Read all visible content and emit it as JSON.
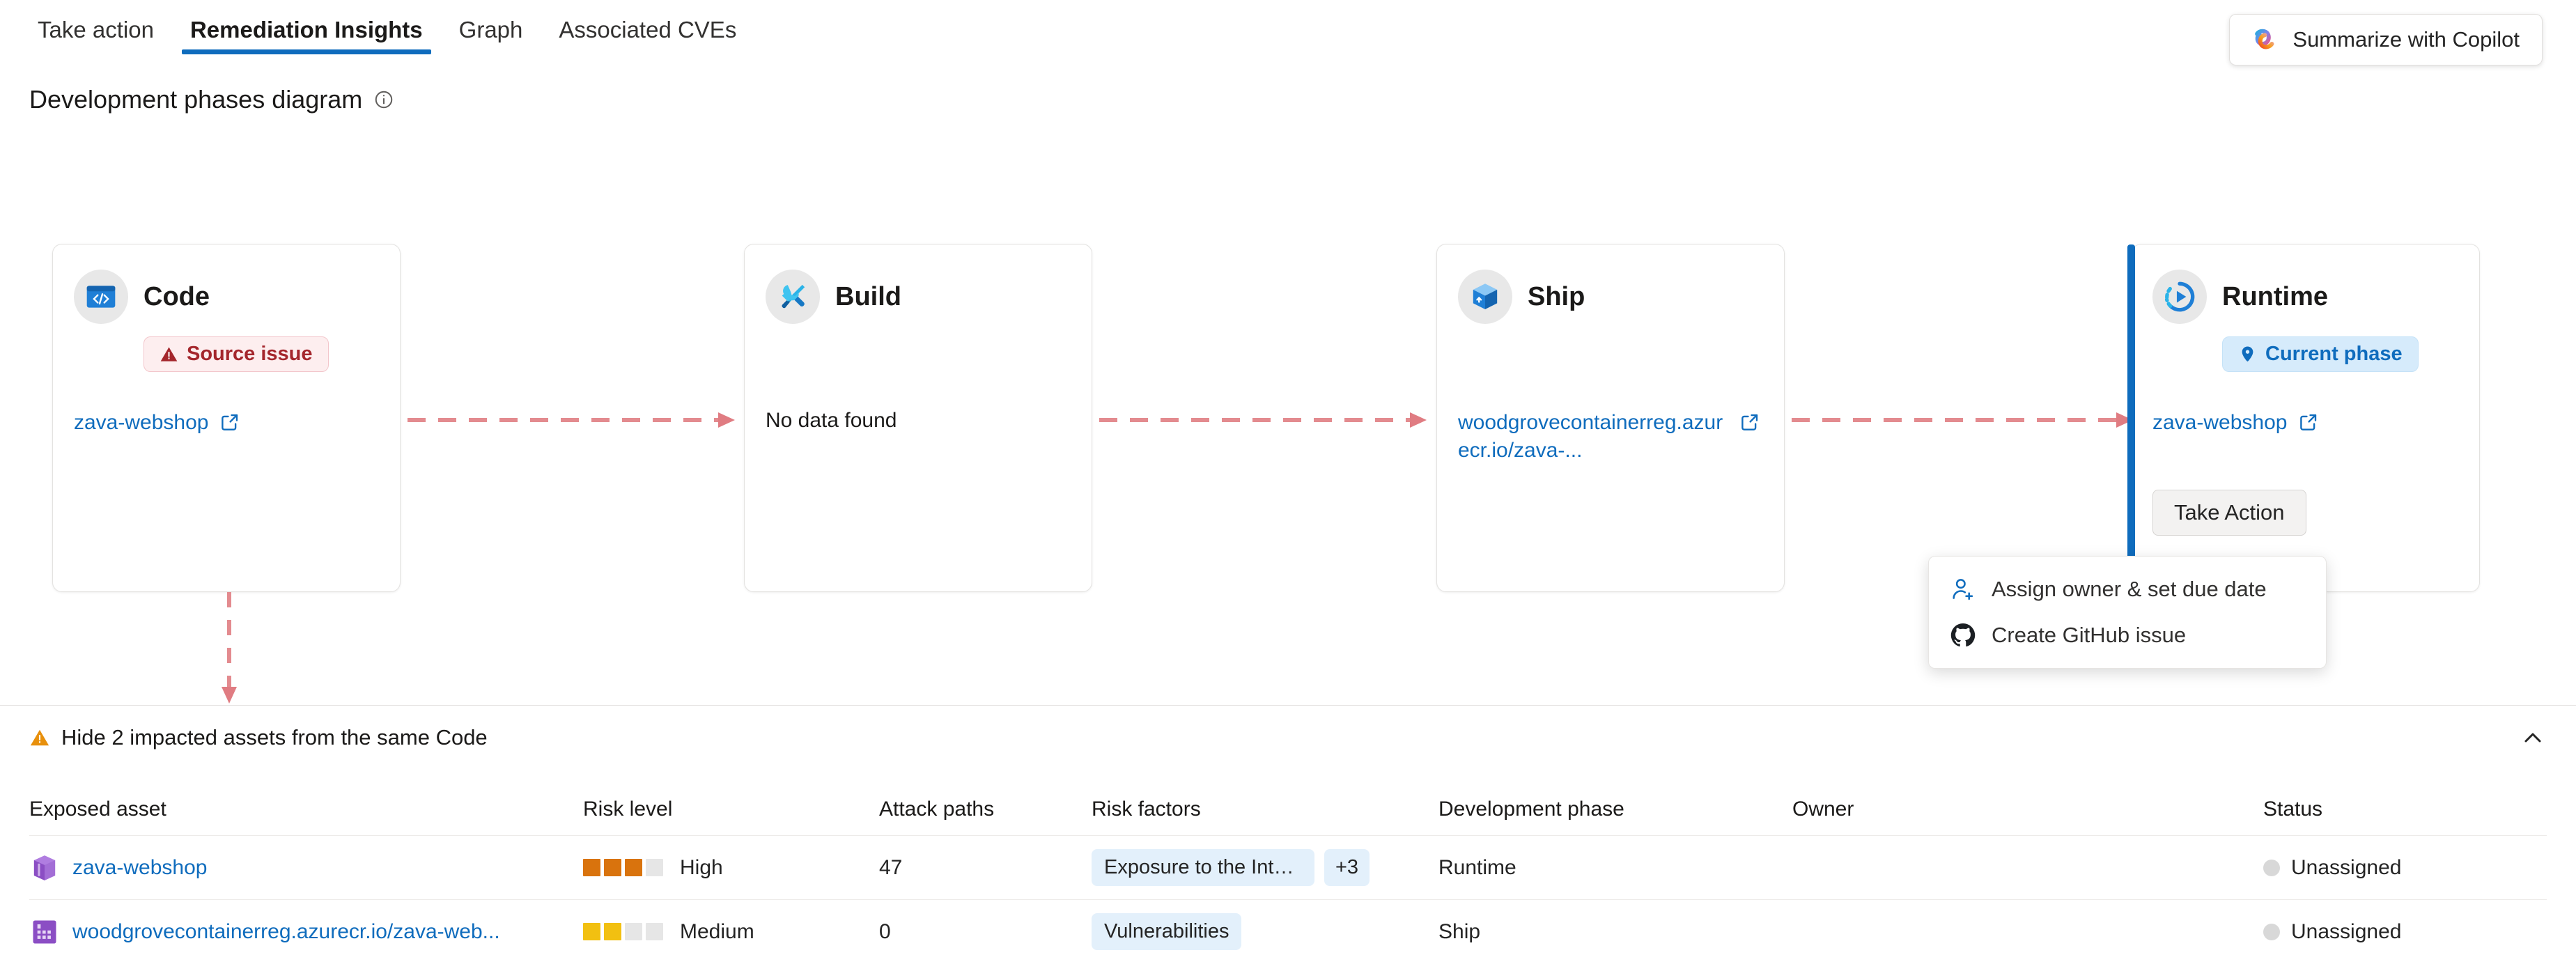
{
  "tabs": [
    {
      "label": "Take action",
      "active": false
    },
    {
      "label": "Remediation Insights",
      "active": true
    },
    {
      "label": "Graph",
      "active": false
    },
    {
      "label": "Associated CVEs",
      "active": false
    }
  ],
  "copilot": {
    "label": "Summarize with Copilot",
    "icon": "copilot-icon"
  },
  "section": {
    "title": "Development phases diagram",
    "info_icon": "info-icon"
  },
  "phases": [
    {
      "name": "Code",
      "icon": "code-window-icon",
      "badge": {
        "text": "Source issue",
        "type": "warning",
        "icon": "warning-triangle-icon"
      },
      "link": "zava-webshop",
      "link_icon": "external-link-icon",
      "empty_text": "",
      "current": false,
      "action_label": ""
    },
    {
      "name": "Build",
      "icon": "tools-icon",
      "badge": null,
      "link": "",
      "link_icon": "",
      "empty_text": "No data found",
      "current": false,
      "action_label": ""
    },
    {
      "name": "Ship",
      "icon": "package-box-icon",
      "badge": null,
      "link": "woodgrovecontainerreg.azurecr.io/zava-...",
      "link_icon": "external-link-icon",
      "empty_text": "",
      "current": false,
      "action_label": ""
    },
    {
      "name": "Runtime",
      "icon": "runtime-gauge-icon",
      "badge": {
        "text": "Current phase",
        "type": "info",
        "icon": "location-pin-icon"
      },
      "link": "zava-webshop",
      "link_icon": "external-link-icon",
      "empty_text": "",
      "current": true,
      "action_label": "Take Action"
    }
  ],
  "context_menu": {
    "items": [
      {
        "label": "Assign owner & set due date",
        "icon": "person-add-icon"
      },
      {
        "label": "Create GitHub issue",
        "icon": "github-icon"
      }
    ]
  },
  "collapse_bar": {
    "label": "Hide 2 impacted assets from the same Code",
    "warn_icon": "warning-triangle-icon",
    "chevron": "chevron-up-icon"
  },
  "table": {
    "columns": [
      "Exposed asset",
      "Risk level",
      "Attack paths",
      "Risk factors",
      "Development phase",
      "Owner",
      "Status"
    ],
    "rows": [
      {
        "asset": "zava-webshop",
        "asset_icon": "purple-cube-icon",
        "risk_level": "High",
        "risk_filled": 3,
        "risk_total": 4,
        "risk_color": "#d9730d",
        "attack_paths": "47",
        "risk_factors": [
          "Exposure to the Inter..."
        ],
        "risk_factors_more": "+3",
        "development_phase": "Runtime",
        "owner": "",
        "status": "Unassigned"
      },
      {
        "asset": "woodgrovecontainerreg.azurecr.io/zava-web...",
        "asset_icon": "container-registry-icon",
        "risk_level": "Medium",
        "risk_filled": 2,
        "risk_total": 4,
        "risk_color": "#f2c011",
        "attack_paths": "0",
        "risk_factors": [
          "Vulnerabilities"
        ],
        "risk_factors_more": "",
        "development_phase": "Ship",
        "owner": "",
        "status": "Unassigned"
      }
    ]
  },
  "colors": {
    "accent": "#0f6cbd",
    "link": "#0f6cbd",
    "arrow": "#e38b8f",
    "danger": "#a4262c",
    "warning": "#d9730d"
  }
}
